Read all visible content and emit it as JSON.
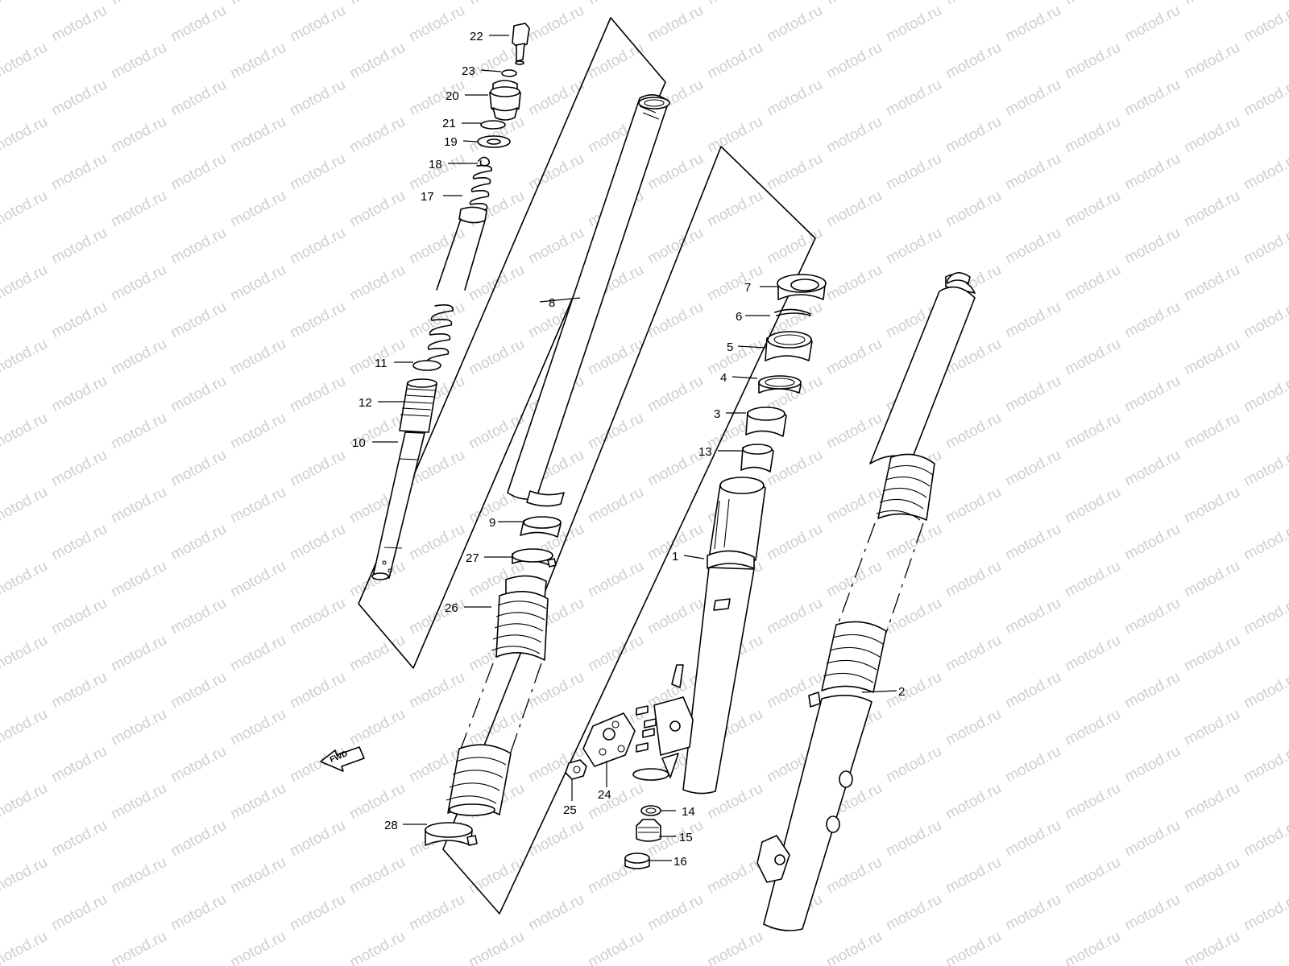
{
  "watermark": "motod.ru",
  "direction_label": "FWD",
  "parts": [
    "1",
    "2",
    "3",
    "4",
    "5",
    "6",
    "7",
    "8",
    "9",
    "10",
    "11",
    "12",
    "13",
    "14",
    "15",
    "16",
    "17",
    "18",
    "19",
    "20",
    "21",
    "22",
    "23",
    "24",
    "25",
    "26",
    "27",
    "28"
  ]
}
